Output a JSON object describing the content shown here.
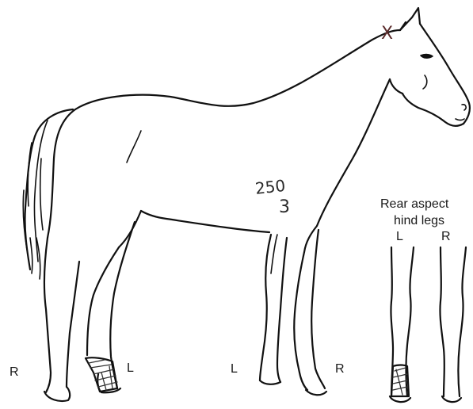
{
  "rear_aspect": {
    "title_line1": "Rear aspect",
    "title_line2": "hind legs",
    "left_label": "L",
    "right_label": "R"
  },
  "side_view": {
    "label_far_left": "R",
    "label_hind_left": "L",
    "label_fore_left": "L",
    "label_fore_right": "R"
  },
  "markings": {
    "brand_number_top": "250",
    "brand_number_bottom": "3",
    "poll_mark": "X"
  }
}
